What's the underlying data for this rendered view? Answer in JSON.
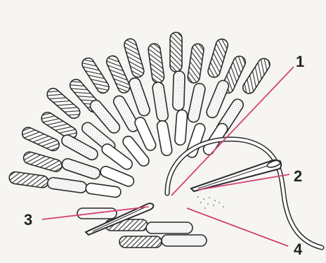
{
  "callouts": [
    {
      "label": "1"
    },
    {
      "label": "2"
    },
    {
      "label": "3"
    },
    {
      "label": "4"
    }
  ],
  "colors": {
    "background": "#f6f5f1",
    "ink": "#2a2a2a",
    "stitch_fill": "#ffffff",
    "hatch": "#3a3a3a",
    "stipple": "#8a8a8a",
    "leader": "#d3427a"
  },
  "icons": {
    "needle": "needle-icon",
    "thread": "thread-icon"
  }
}
